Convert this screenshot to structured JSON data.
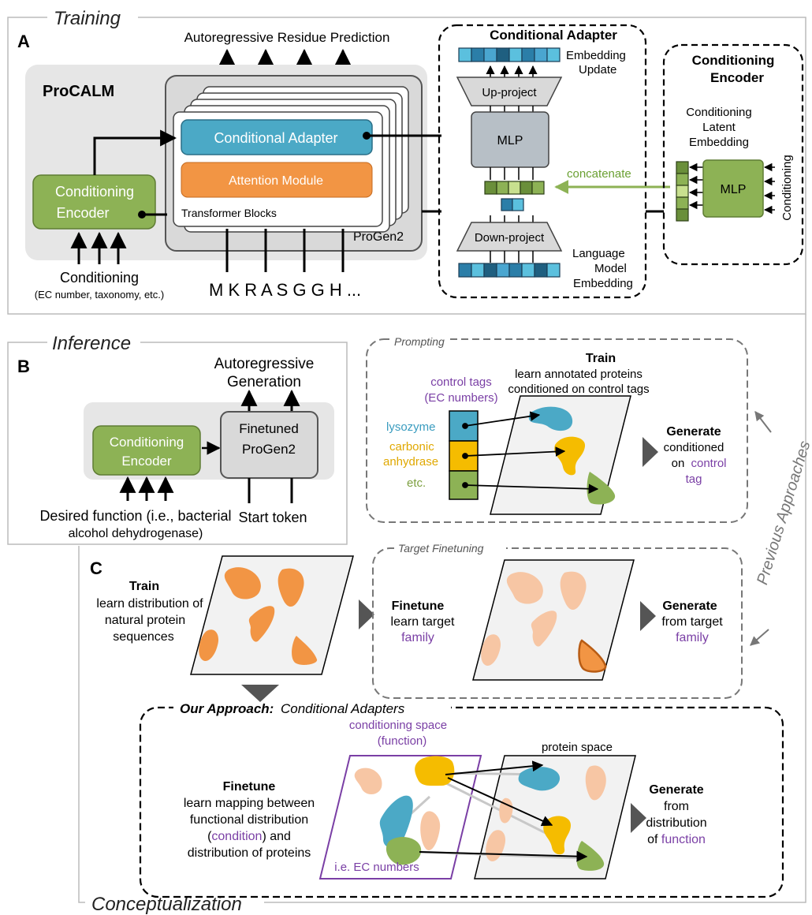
{
  "sections": {
    "training": "Training",
    "inference": "Inference",
    "conceptualization": "Conceptualization",
    "previous_approaches": "Previous Approaches"
  },
  "panel_a": {
    "letter": "A",
    "top_title": "Autoregressive Residue Prediction",
    "procalm": "ProCALM",
    "conditional_adapter": "Conditional Adapter",
    "attention_module": "Attention Module",
    "transformer_blocks": "Transformer Blocks",
    "progen2": "ProGen2",
    "cond_encoder_line1": "Conditioning",
    "cond_encoder_line2": "Encoder",
    "conditioning": "Conditioning",
    "conditioning_sub": "(EC number, taxonomy, etc.)",
    "sequence": "M K R A S G G H ...",
    "adapter_title": "Conditional Adapter",
    "embedding_update_1": "Embedding",
    "embedding_update_2": "Update",
    "up_project": "Up-project",
    "mlp": "MLP",
    "down_project": "Down-project",
    "lm_embedding_1": "Language",
    "lm_embedding_2": "Model",
    "lm_embedding_3": "Embedding",
    "concatenate": "concatenate",
    "encoder_title_1": "Conditioning",
    "encoder_title_2": "Encoder",
    "latent_1": "Conditioning",
    "latent_2": "Latent",
    "latent_3": "Embedding",
    "encoder_mlp": "MLP",
    "encoder_conditioning": "Conditioning"
  },
  "panel_b": {
    "letter": "B",
    "gen_1": "Autoregressive",
    "gen_2": "Generation",
    "cond_encoder_1": "Conditioning",
    "cond_encoder_2": "Encoder",
    "finetuned_1": "Finetuned",
    "finetuned_2": "ProGen2",
    "desired_1": "Desired function (i.e., bacterial",
    "desired_2": "alcohol dehydrogenase)",
    "start_token": "Start token"
  },
  "prompting": {
    "title": "Prompting",
    "train": "Train",
    "train_desc_1": "learn annotated proteins",
    "train_desc_2": "conditioned on control tags",
    "control_tags_1": "control tags",
    "control_tags_2": "(EC numbers)",
    "lysozyme": "lysozyme",
    "carbonic_1": "carbonic",
    "carbonic_2": "anhydrase",
    "etc": "etc.",
    "generate": "Generate",
    "gen_1": "conditioned",
    "gen_2": "on",
    "gen_3": "control",
    "gen_4": "tag"
  },
  "panel_c": {
    "letter": "C",
    "train": "Train",
    "train_1": "learn distribution of",
    "train_2": "natural protein",
    "train_3": "sequences",
    "target_title": "Target Finetuning",
    "finetune": "Finetune",
    "ft_1": "learn target",
    "ft_2": "family",
    "generate": "Generate",
    "gen_1": "from target",
    "gen_2": "family"
  },
  "our_approach": {
    "title_bold": "Our Approach:",
    "title_rest": "Conditional Adapters",
    "cond_space_1": "conditioning space",
    "cond_space_2": "(function)",
    "protein_space": "protein space",
    "ec_numbers": "i.e. EC numbers",
    "finetune": "Finetune",
    "ft_1": "learn mapping between",
    "ft_2": "functional distribution",
    "ft_3_open": "(",
    "ft_3_word": "condition",
    "ft_3_close": ") and",
    "ft_4": "distribution of proteins",
    "generate": "Generate",
    "gen_1": "from",
    "gen_2": "distribution",
    "gen_3": "of",
    "gen_4": "function"
  },
  "colors": {
    "green": "#8db255",
    "teal": "#4ba9c6",
    "orange": "#f29544",
    "purple": "#7a3fa5",
    "yellow": "#f5bc00",
    "light_orange": "#f7c6a4",
    "gray_panel": "#e6e6e6",
    "gray_box": "#d9d9d9"
  }
}
